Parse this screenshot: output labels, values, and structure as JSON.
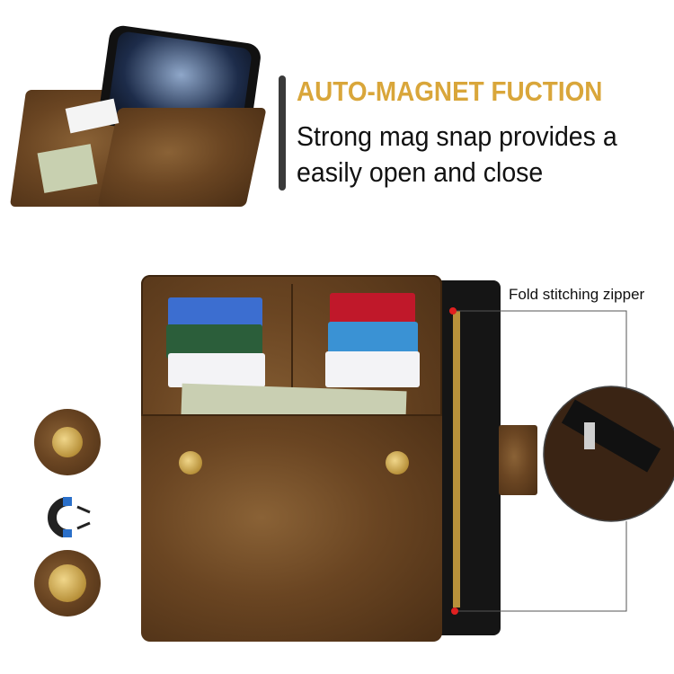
{
  "headline": {
    "title": "AUTO-MAGNET FUCTION",
    "line1": "Strong mag snap provides a",
    "line2": "easily open and close"
  },
  "callout": {
    "label": "Fold stitching zipper"
  },
  "colors": {
    "accent": "#d9a63a",
    "leather": "#6a4522",
    "marker": "#e02020"
  },
  "icons": [
    "magnet-icon"
  ]
}
